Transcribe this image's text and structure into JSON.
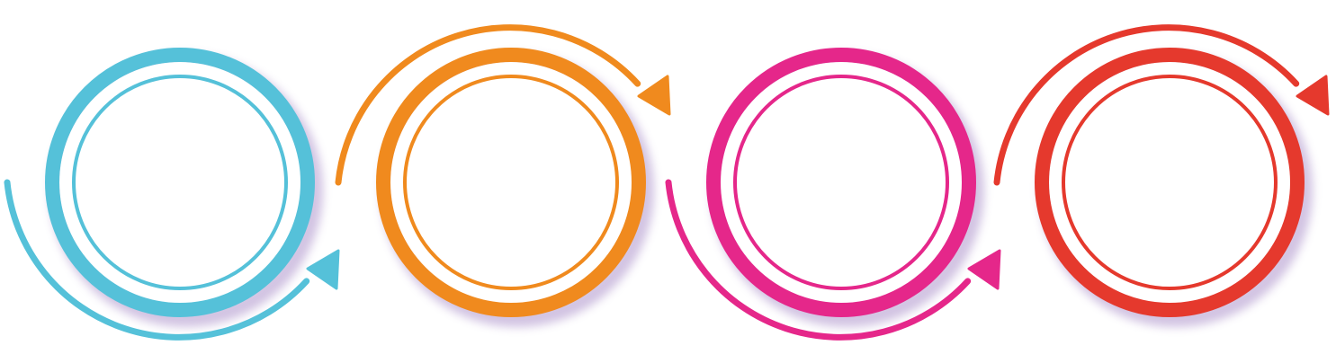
{
  "diagram": {
    "type": "circular-step-infographic",
    "step_count": 4,
    "steps": [
      {
        "color": "#55C1D9",
        "arrow_direction": "bottom",
        "label": ""
      },
      {
        "color": "#F08A1E",
        "arrow_direction": "top",
        "label": ""
      },
      {
        "color": "#E5278A",
        "arrow_direction": "bottom",
        "label": ""
      },
      {
        "color": "#E5392D",
        "arrow_direction": "top",
        "label": ""
      }
    ],
    "shadow_color": "#9B7BC0",
    "background": "#FFFFFF"
  }
}
